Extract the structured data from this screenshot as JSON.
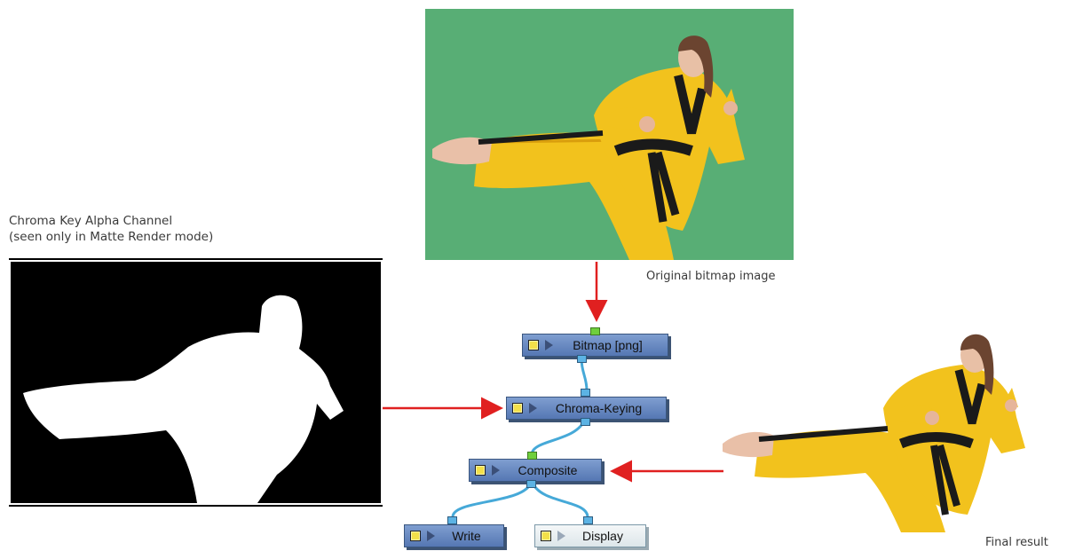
{
  "captions": {
    "alpha_line1": "Chroma Key Alpha Channel",
    "alpha_line2": "(seen only in Matte Render mode)",
    "original": "Original bitmap image",
    "final": "Final result"
  },
  "nodes": {
    "bitmap": "Bitmap  [png]",
    "chroma": "Chroma-Keying",
    "composite": "Composite",
    "write": "Write",
    "display": "Display"
  },
  "colors": {
    "green_screen": "#58ae75",
    "arrow": "#e02020",
    "wire": "#46a9d8",
    "node_blue": "#6d8cc4",
    "gi_yellow": "#f2c21d"
  },
  "icons": [
    "node-enable-square-icon",
    "node-play-triangle-icon"
  ]
}
